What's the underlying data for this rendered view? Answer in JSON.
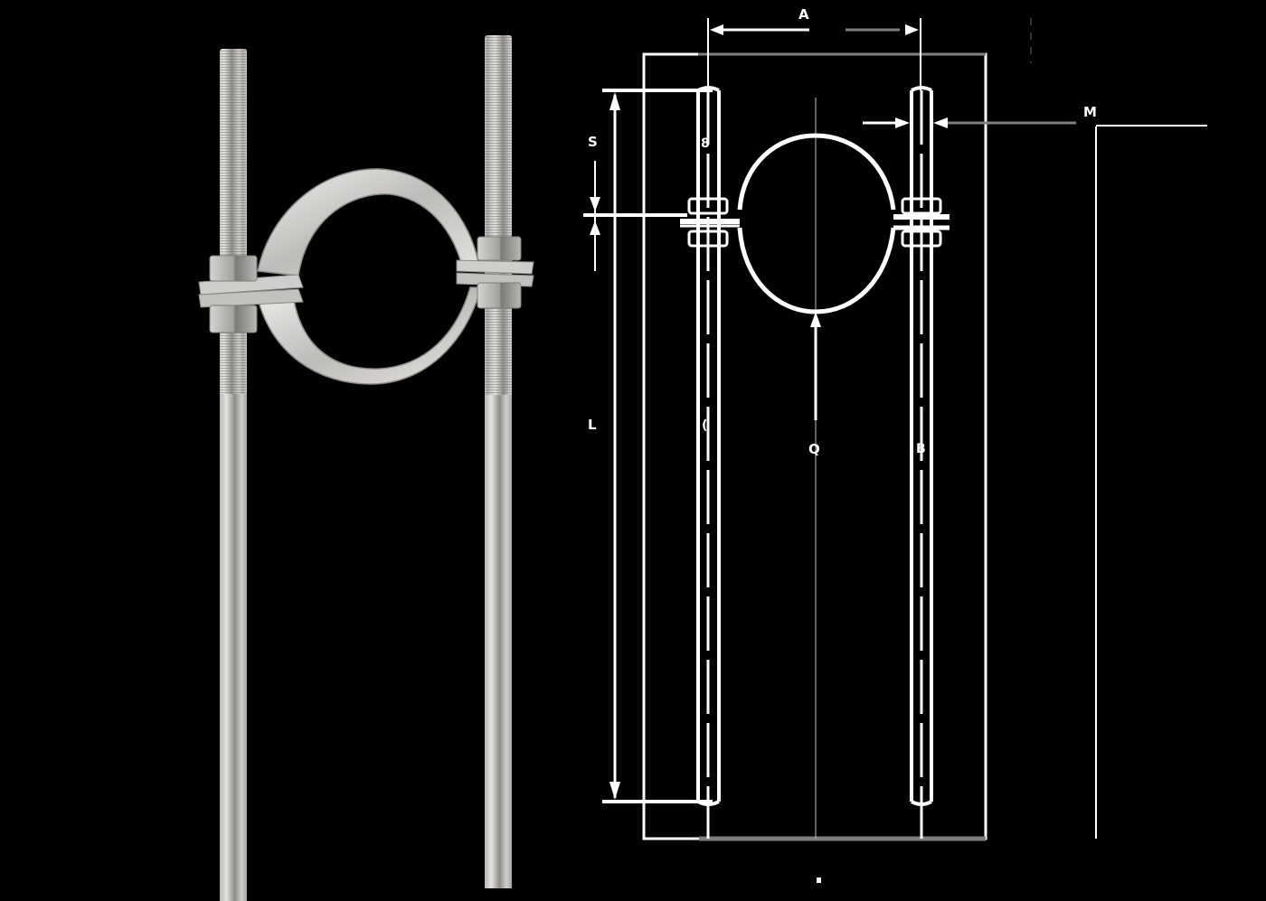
{
  "figure": {
    "photo": {
      "subject": "pipe clamp hanger with two threaded rods",
      "colors": {
        "steel_light": "#d8d8d6",
        "steel_mid": "#a9a8a4",
        "steel_dark": "#6e6d69",
        "background": "#000000"
      }
    },
    "drawing": {
      "line_color": "#ffffff",
      "accent_gray": "#808080",
      "labels": {
        "A": "A",
        "S": "S",
        "M": "M",
        "L": "L",
        "Q": "Q",
        "rod_left_top": "8",
        "rod_left_mid": "(",
        "rod_right_mid": "B"
      }
    }
  }
}
